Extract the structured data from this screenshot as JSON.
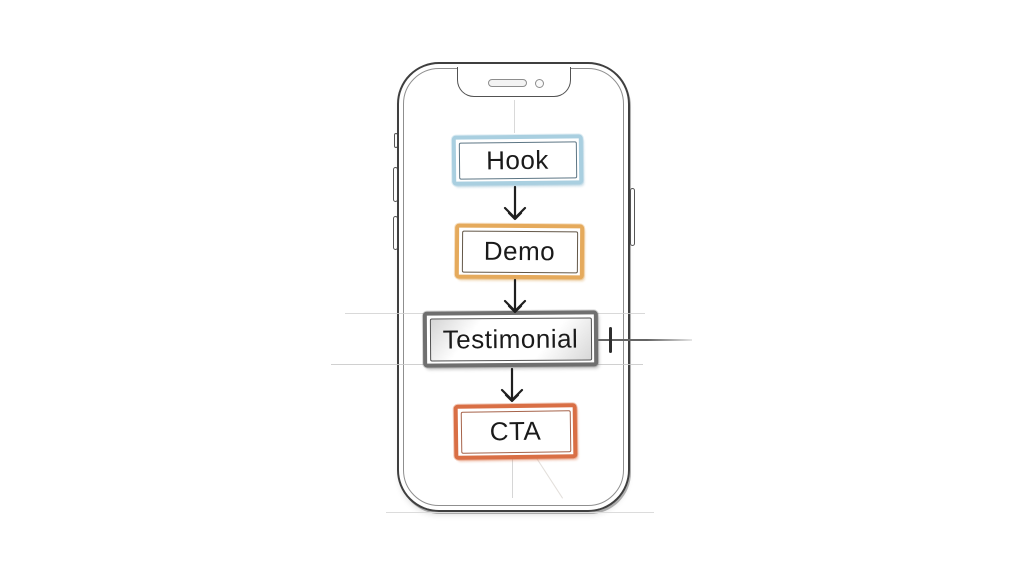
{
  "canvas": {
    "background_color": "#ffffff"
  },
  "device": {
    "kind": "smartphone-sketch",
    "frame_color": "#3f3f3f",
    "notch_icons": {
      "speaker": "speaker-slot",
      "camera": "camera-dot"
    },
    "side_buttons": {
      "left_count": 3,
      "right_count": 1
    }
  },
  "flow": {
    "direction": "top-to-bottom",
    "nodes": [
      {
        "id": "hook",
        "label": "Hook",
        "accent_color": "#a9cfe0"
      },
      {
        "id": "demo",
        "label": "Demo",
        "accent_color": "#e5aa5c"
      },
      {
        "id": "testimonial",
        "label": "Testimonial",
        "accent_color": "#6f6f6f"
      },
      {
        "id": "cta",
        "label": "CTA",
        "accent_color": "#d96f45"
      }
    ],
    "connectors": [
      {
        "from": "hook",
        "to": "demo"
      },
      {
        "from": "demo",
        "to": "testimonial"
      },
      {
        "from": "testimonial",
        "to": "cta"
      }
    ],
    "annotation": {
      "dimension_marker_on": "testimonial"
    }
  }
}
